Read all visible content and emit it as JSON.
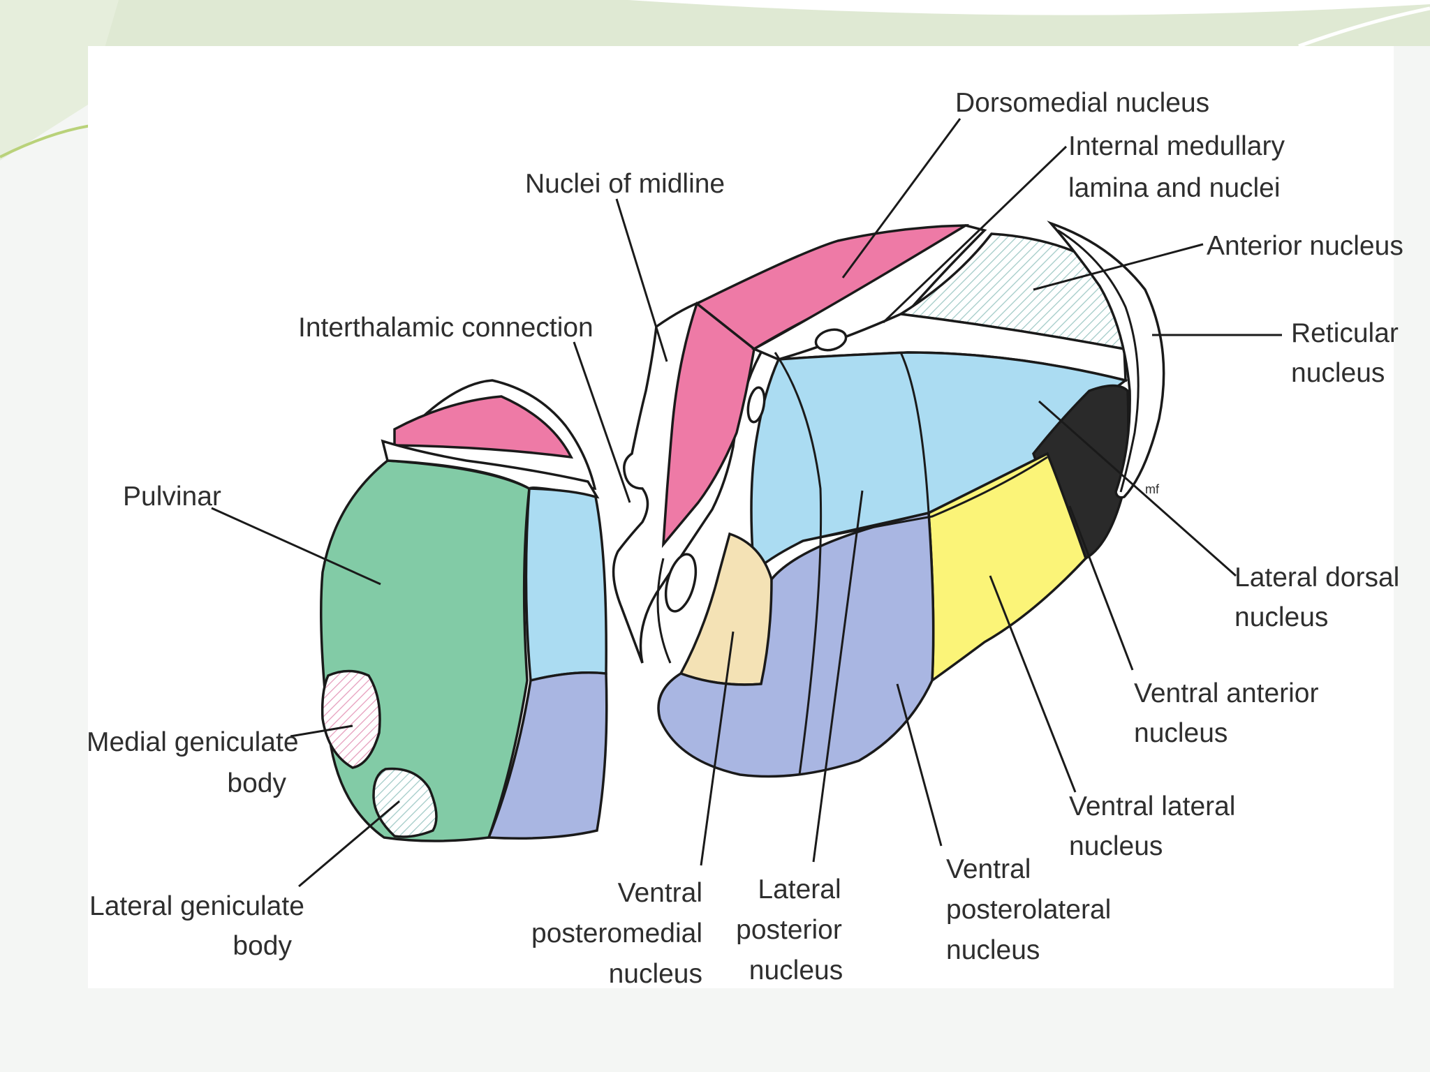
{
  "colors": {
    "pink": "#ee7aa6",
    "green": "#82cba6",
    "light_blue": "#abdcf2",
    "periwinkle": "#a9b6e2",
    "yellow": "#fbf478",
    "cream": "#f4e2b5",
    "black": "#2a2a2a",
    "hatch": "#9fc9c6",
    "slide_background": "#f4f6f4",
    "slide_accent": "#dfe9d3"
  },
  "labels": {
    "dorsomedial": "Dorsomedial nucleus",
    "internal_medullary_1": "Internal medullary",
    "internal_medullary_2": "lamina and nuclei",
    "nuclei_midline": "Nuclei of midline",
    "anterior": "Anterior nucleus",
    "reticular_1": "Reticular",
    "reticular_2": "nucleus",
    "interthalamic": "Interthalamic connection",
    "pulvinar": "Pulvinar",
    "lateral_dorsal_1": "Lateral dorsal",
    "lateral_dorsal_2": "nucleus",
    "ventral_anterior_1": "Ventral anterior",
    "ventral_anterior_2": "nucleus",
    "medial_geniculate_1": "Medial geniculate",
    "medial_geniculate_2": "body",
    "ventral_lateral_1": "Ventral lateral",
    "ventral_lateral_2": "nucleus",
    "lateral_geniculate_1": "Lateral geniculate",
    "lateral_geniculate_2": "body",
    "vpm_1": "Ventral",
    "vpm_2": "posteromedial",
    "vpm_3": "nucleus",
    "lp_1": "Lateral",
    "lp_2": "posterior",
    "lp_3": "nucleus",
    "vpl_1": "Ventral",
    "vpl_2": "posterolateral",
    "vpl_3": "nucleus",
    "mf": "mf"
  }
}
